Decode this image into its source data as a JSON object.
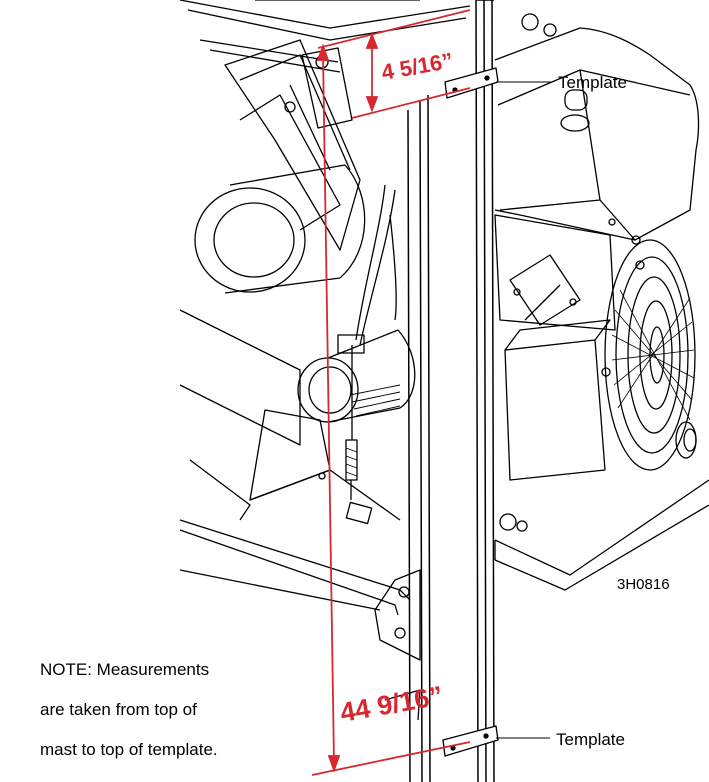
{
  "labels": {
    "template_top": "Template",
    "template_bottom": "Template",
    "drawing_code": "3H0816"
  },
  "dimensions": {
    "short": "4 5/16”",
    "long": "44 9/16”"
  },
  "note": {
    "line1": "NOTE: Measurements",
    "line2": "are taken from top of",
    "line3": "mast to top of template."
  },
  "colors": {
    "dimension_red": "#d7282f",
    "line_art": "#000000"
  }
}
